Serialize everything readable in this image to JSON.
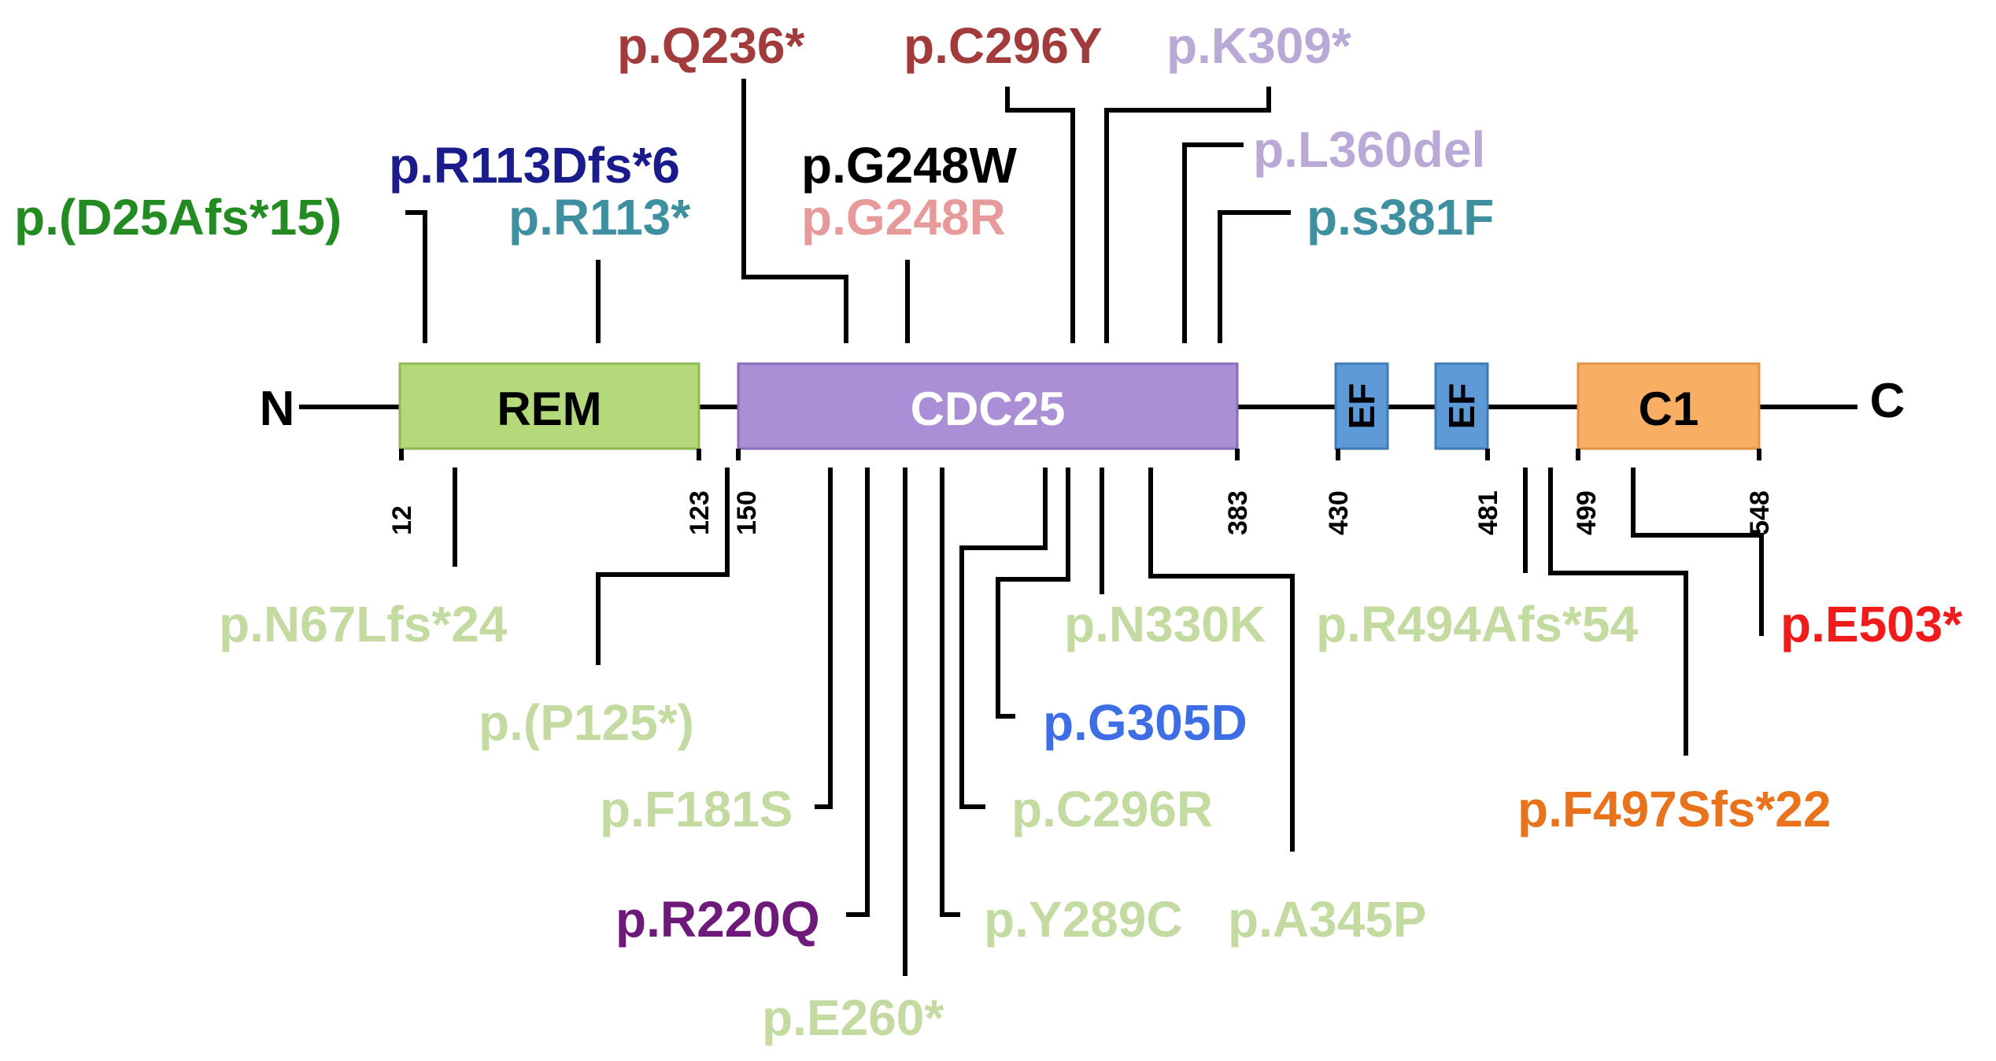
{
  "protein": {
    "n_terminus": "N",
    "c_terminus": "C",
    "domains": [
      {
        "id": "rem",
        "label": "REM",
        "fill": "#b4d97a",
        "stroke": "#8fb856",
        "text_color": "#000000"
      },
      {
        "id": "cdc25",
        "label": "CDC25",
        "fill": "#ab8fd6",
        "stroke": "#8a6cb8",
        "text_color": "#ffffff"
      },
      {
        "id": "ef1",
        "label": "EF",
        "fill": "#5d9ad7",
        "stroke": "#3f7bb7",
        "text_color": "#000000"
      },
      {
        "id": "ef2",
        "label": "EF",
        "fill": "#5d9ad7",
        "stroke": "#3f7bb7",
        "text_color": "#000000"
      },
      {
        "id": "c1",
        "label": "C1",
        "fill": "#f8ae63",
        "stroke": "#e39145",
        "text_color": "#000000"
      }
    ],
    "positions": [
      "12",
      "123",
      "150",
      "383",
      "430",
      "481",
      "499",
      "548"
    ]
  },
  "mutations_above": [
    {
      "id": "d25afs15",
      "label": "p.(D25Afs*15)",
      "color": "#238b21"
    },
    {
      "id": "r113dfs6",
      "label": "p.R113Dfs*6",
      "color": "#1a1c8c"
    },
    {
      "id": "r113stop",
      "label": "p.R113*",
      "color": "#3e8fa0"
    },
    {
      "id": "q236stop",
      "label": "p.Q236*",
      "color": "#a23b3b"
    },
    {
      "id": "g248w",
      "label": "p.G248W",
      "color": "#000000"
    },
    {
      "id": "g248r",
      "label": "p.G248R",
      "color": "#e69a9a"
    },
    {
      "id": "c296y",
      "label": "p.C296Y",
      "color": "#a23b3b"
    },
    {
      "id": "k309stop",
      "label": "p.K309*",
      "color": "#b8a9d6"
    },
    {
      "id": "l360del",
      "label": "p.L360del",
      "color": "#b8a9d6"
    },
    {
      "id": "s381f",
      "label": "p.s381F",
      "color": "#3e8fa0"
    }
  ],
  "mutations_below": [
    {
      "id": "n67lfs24",
      "label": "p.N67Lfs*24",
      "color": "#c3dba1"
    },
    {
      "id": "p125stop",
      "label": "p.(P125*)",
      "color": "#c3dba1"
    },
    {
      "id": "f181s",
      "label": "p.F181S",
      "color": "#c3dba1"
    },
    {
      "id": "r220q",
      "label": "p.R220Q",
      "color": "#6e1a7a"
    },
    {
      "id": "e260stop",
      "label": "p.E260*",
      "color": "#c3dba1"
    },
    {
      "id": "y289c",
      "label": "p.Y289C",
      "color": "#c3dba1"
    },
    {
      "id": "c296r",
      "label": "p.C296R",
      "color": "#c3dba1"
    },
    {
      "id": "g305d",
      "label": "p.G305D",
      "color": "#3d6ee6"
    },
    {
      "id": "n330k",
      "label": "p.N330K",
      "color": "#c3dba1"
    },
    {
      "id": "a345p",
      "label": "p.A345P",
      "color": "#c3dba1"
    },
    {
      "id": "r494afs54",
      "label": "p.R494Afs*54",
      "color": "#c3dba1"
    },
    {
      "id": "f497sfs22",
      "label": "p.F497Sfs*22",
      "color": "#e8731c"
    },
    {
      "id": "e503stop",
      "label": "p.E503*",
      "color": "#f01c1c"
    }
  ]
}
